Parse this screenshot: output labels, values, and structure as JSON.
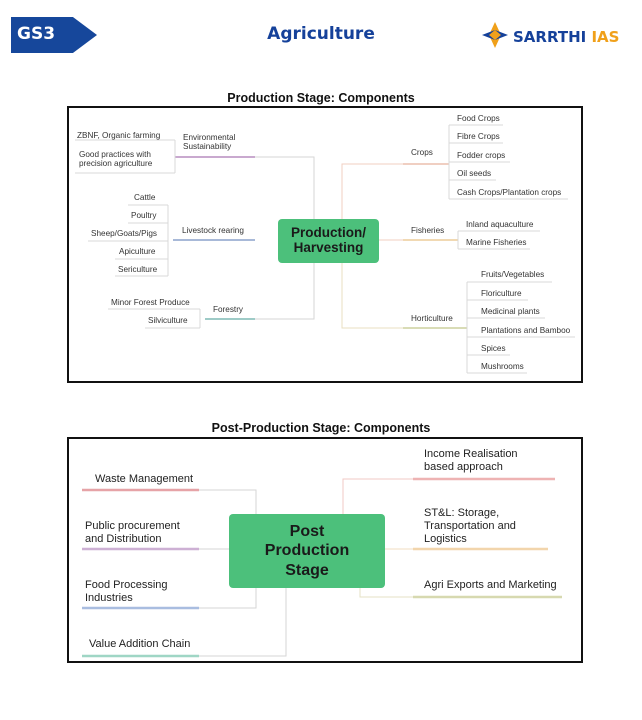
{
  "header": {
    "badge": "GS3",
    "title": "Agriculture",
    "logo_main": "SARRTHI",
    "logo_accent": "IAS"
  },
  "production": {
    "title": "Production Stage: Components",
    "center": "Production/\nHarvesting",
    "environmental": {
      "label": "Environmental\nSustainability",
      "items": [
        "ZBNF, Organic farming",
        "Good practices with\nprecision agriculture"
      ]
    },
    "livestock": {
      "label": "Livestock rearing",
      "items": [
        "Cattle",
        "Poultry",
        "Sheep/Goats/Pigs",
        "Apiculture",
        "Sericulture"
      ]
    },
    "forestry": {
      "label": "Forestry",
      "items": [
        "Minor Forest Produce",
        "Silviculture"
      ]
    },
    "crops": {
      "label": "Crops",
      "items": [
        "Food Crops",
        "Fibre Crops",
        "Fodder crops",
        "Oil seeds",
        "Cash Crops/Plantation crops"
      ]
    },
    "fisheries": {
      "label": "Fisheries",
      "items": [
        "Inland aquaculture",
        "Marine Fisheries"
      ]
    },
    "horticulture": {
      "label": "Horticulture",
      "items": [
        "Fruits/Vegetables",
        "Floriculture",
        "Medicinal plants",
        "Plantations and Bamboo",
        "Spices",
        "Mushrooms"
      ]
    }
  },
  "post": {
    "title": "Post-Production Stage: Components",
    "center": "Post\nProduction\nStage",
    "left": [
      "Waste Management",
      "Public procurement\nand Distribution",
      "Food Processing\nIndustries",
      "Value Addition Chain"
    ],
    "right": [
      "Income Realisation\nbased approach",
      "ST&L: Storage,\nTransportation and\nLogistics",
      "Agri Exports and Marketing"
    ]
  }
}
